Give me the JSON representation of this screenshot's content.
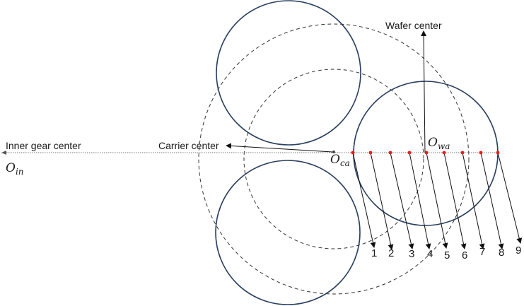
{
  "labels": {
    "inner_gear_center": "Inner gear center",
    "carrier_center": "Carrier center",
    "wafer_center": "Wafer center",
    "o_in_main": "O",
    "o_in_sub": "in",
    "o_ca_main": "O",
    "o_ca_sub": "ca",
    "o_wa_main": "O",
    "o_wa_sub": "wa"
  },
  "point_numbers": [
    "1",
    "2",
    "3",
    "4",
    "5",
    "6",
    "7",
    "8",
    "9"
  ],
  "colors": {
    "wafer_circle": "#2a3f5f",
    "dashed": "#333333",
    "points": "#e0201c",
    "arrows": "#111111"
  }
}
